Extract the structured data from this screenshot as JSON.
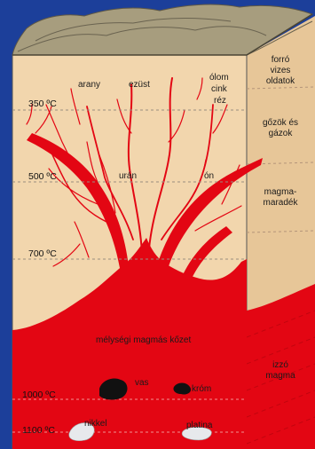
{
  "temperatures": [
    {
      "id": "t350",
      "label": "350 ºC"
    },
    {
      "id": "t500",
      "label": "500 ºC"
    },
    {
      "id": "t700",
      "label": "700 ºC"
    },
    {
      "id": "t1000",
      "label": "1000 ºC"
    },
    {
      "id": "t1100",
      "label": "1100 ºC"
    }
  ],
  "metals": {
    "arany": "arany",
    "ezust": "ezüst",
    "olom": "ólom",
    "cink": "cink",
    "rez": "réz",
    "uran": "urán",
    "on": "ón"
  },
  "side_zones": {
    "z1_l1": "forró",
    "z1_l2": "vizes",
    "z1_l3": "oldatok",
    "z2_l1": "gőzök és",
    "z2_l2": "gázok",
    "z3_l1": "magma-",
    "z3_l2": "maradék",
    "z4_l1": "izzó",
    "z4_l2": "magma"
  },
  "rock": {
    "label": "mélységi magmás kőzet",
    "vas": "vas",
    "krom": "króm",
    "nikkel": "nikkel",
    "platina": "platina"
  },
  "colors": {
    "background": "#1c3f9a",
    "block_front": "#f2d6ad",
    "block_side": "#e7c698",
    "magma": "#e30613",
    "terrain": "#a79d7e",
    "ore_dark": "#111111",
    "ore_light": "#e7e9ec"
  }
}
